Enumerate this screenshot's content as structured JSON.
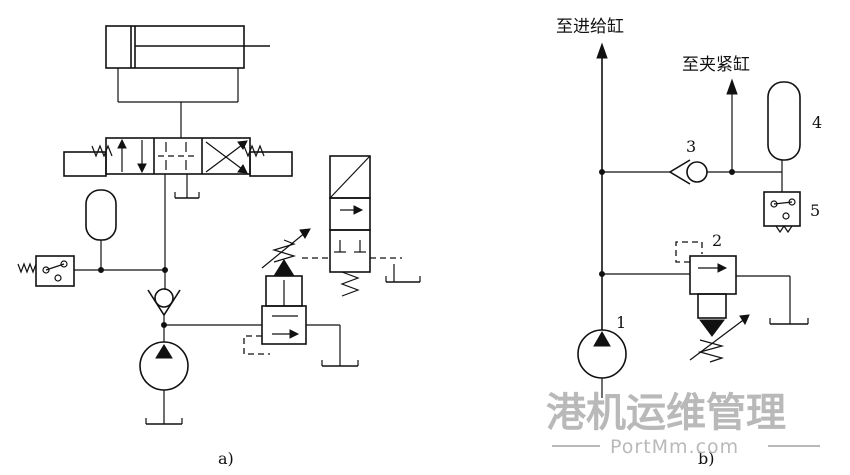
{
  "labels": {
    "panel_a": "a)",
    "panel_b": "b)",
    "to_feed_cylinder": "至进给缸",
    "to_clamp_cylinder": "至夹紧缸",
    "num_1": "1",
    "num_2": "2",
    "num_3": "3",
    "num_4": "4",
    "num_5": "5"
  },
  "watermark": {
    "title": "港机运维管理",
    "site": "PortMm.com"
  }
}
